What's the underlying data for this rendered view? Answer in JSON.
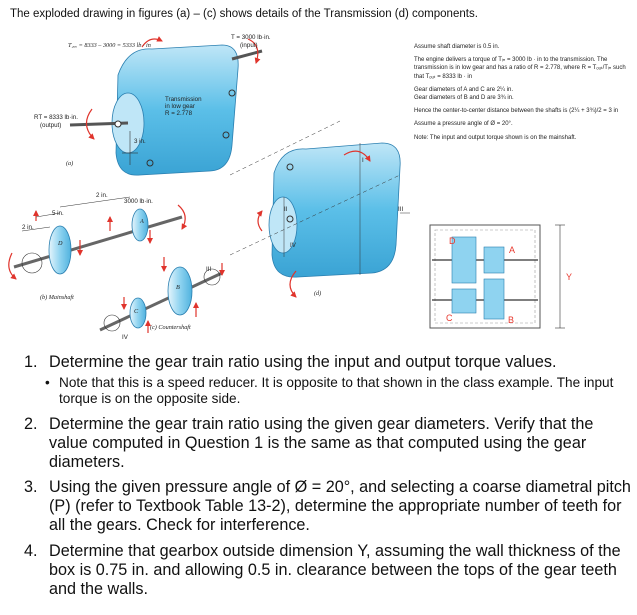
{
  "header": {
    "caption": "The exploded drawing in figures (a) – (c) shows details of the Transmission (d) components."
  },
  "figure": {
    "fig_a": {
      "tbox_label": "T₂ₒₓ = 8333 – 3000 = 5333 lb · in",
      "input_label": "T = 3000 lb·in.",
      "input_sub": "(input)",
      "transmission_line1": "Transmission",
      "transmission_line2": "in low gear",
      "transmission_line3": "R = 2.778",
      "output_label": "RT = 8333 lb·in.",
      "output_sub": "(output)",
      "dim_3in": "3 in.",
      "caption": "(a)"
    },
    "fig_b": {
      "dim_2in_a": "2 in.",
      "dim_5in": "5 in.",
      "dim_2in_b": "2 in.",
      "torque": "3000 lb·in.",
      "gear_d": "D",
      "gear_a": "A",
      "caption": "(b) Mainshaft"
    },
    "fig_c": {
      "gear_b": "B",
      "gear_c": "C",
      "roman_iii": "III",
      "roman_iv": "IV",
      "caption": "(c) Countershaft"
    },
    "fig_d": {
      "roman_i": "I",
      "roman_ii": "II",
      "roman_iii": "III",
      "roman_iv": "IV",
      "caption": "(d)"
    },
    "gearbox": {
      "label_d": "D",
      "label_a": "A",
      "label_c": "C",
      "label_b": "B",
      "label_y": "Y"
    }
  },
  "notes": {
    "n1": "Assume shaft diameter is 0.5 in.",
    "n2": "The engine delivers a torque of Tᵢₙ = 3000 lb · in to the transmission. The transmission is in low gear and has a ratio of R = 2.778, where R = Tₒᵤₜ/Tᵢₙ such that Tₒᵤₜ = 8333 lb · in",
    "n3": "Gear diameters of A and C are 2¼ in.",
    "n4": "Gear diameters of B and D are 3¾ in.",
    "n5": "Hence the center-to-center distance between the shafts is (2¼ + 3¾)/2 = 3 in",
    "n6": "Assume a pressure angle of Ø = 20°.",
    "n7": "Note: The input and output torque shown is on the mainshaft."
  },
  "questions": [
    {
      "num": "1.",
      "text": "Determine the gear train ratio using the input and output torque values."
    },
    {
      "num": "•",
      "text": "Note that this is a speed reducer. It is opposite to that shown in the class example. The input torque is on the opposite side."
    },
    {
      "num": "2.",
      "text": "Determine the gear train ratio using the given gear diameters. Verify that the value computed in Question 1 is the same as that computed using the gear diameters."
    },
    {
      "num": "3.",
      "text": "Using the given pressure angle of Ø = 20°, and selecting a coarse diametral pitch (P) (refer to Textbook Table 13-2), determine the appropriate number of teeth for all the gears. Check for interference."
    },
    {
      "num": "4.",
      "text": "Determine that gearbox outside dimension Y, assuming the wall thickness of the box is 0.75 in. and allowing 0.5 in. clearance between the tops of the gear teeth and the walls."
    }
  ],
  "colors": {
    "box_blue": "#5bbfe8",
    "box_light": "#bfe6f7",
    "arrow_red": "#e0342c",
    "gear_blue": "#8fd3f0",
    "gear_label_red": "#e8382e"
  }
}
